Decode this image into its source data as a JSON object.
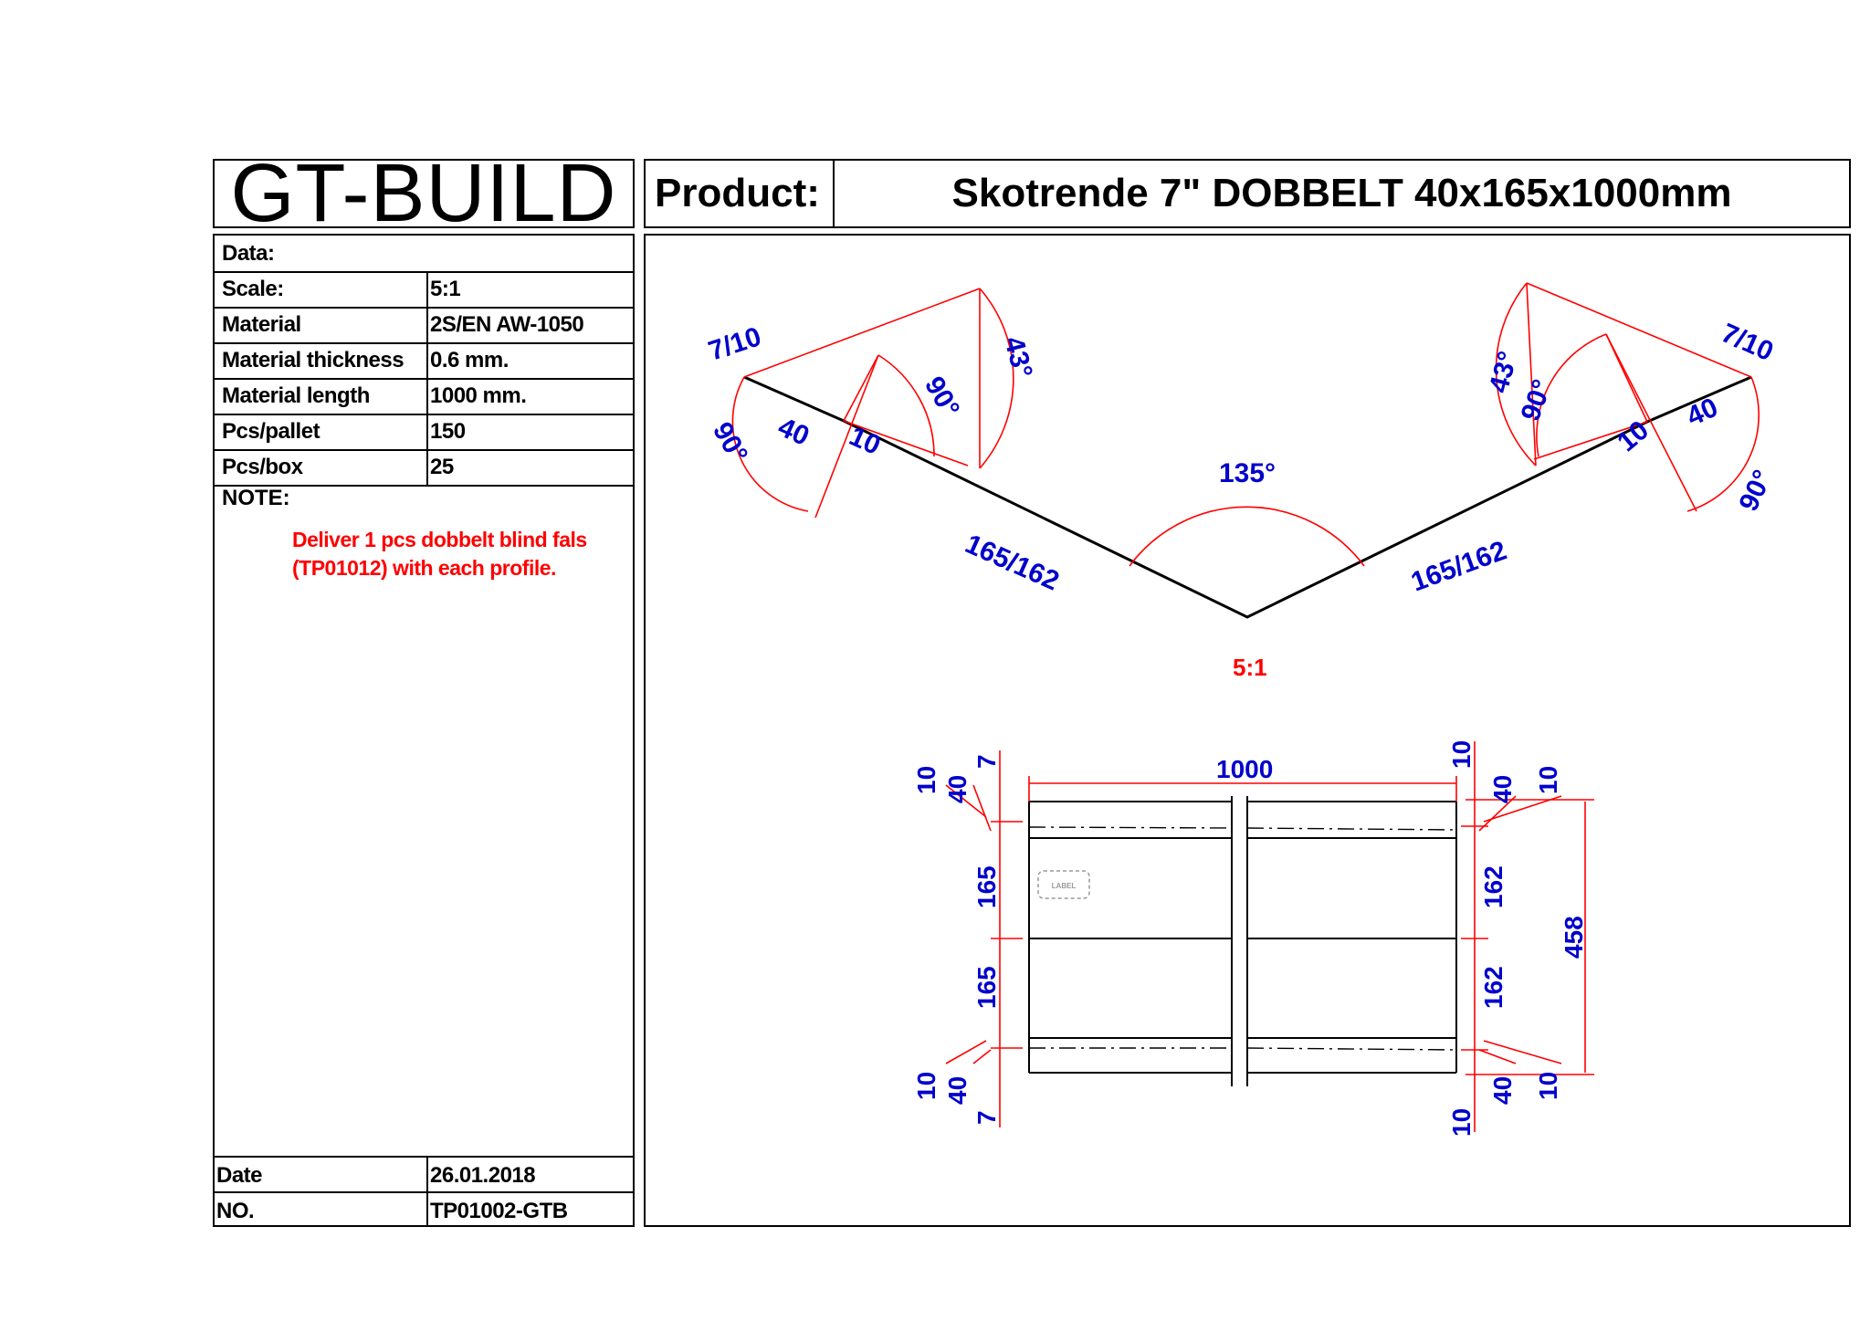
{
  "brand": "GT-BUILD",
  "product": {
    "label": "Product:",
    "name": "Skotrende  7\" DOBBELT 40x165x1000mm"
  },
  "info": {
    "data_label": "Data:",
    "rows": [
      {
        "key": "Scale:",
        "value": "5:1"
      },
      {
        "key": "Material",
        "value": "2S/EN AW-1050"
      },
      {
        "key": "Material thickness",
        "value": "0.6 mm."
      },
      {
        "key": "Material length",
        "value": "1000 mm."
      },
      {
        "key": "Pcs/pallet",
        "value": "150"
      },
      {
        "key": "Pcs/box",
        "value": "25"
      }
    ],
    "note_label": "NOTE:",
    "note_line1": "Deliver 1 pcs dobbelt blind fals",
    "note_line2": "(TP01012) with each profile.",
    "date_label": "Date",
    "date_value": "26.01.2018",
    "no_label": "NO.",
    "no_value": "TP01002-GTB"
  },
  "profile": {
    "angle_center": "135°",
    "len_left": "165/162",
    "len_right": "165/162",
    "hem_left": "7/10",
    "hem_right": "7/10",
    "flange_left": "40",
    "flange_right": "40",
    "fold_left": "10",
    "fold_right": "10",
    "ang90_a": "90°",
    "ang90_b": "90°",
    "ang90_c": "90°",
    "ang90_d": "90°",
    "ang43_left": "43°",
    "ang43_right": "43°",
    "scale": "5:1"
  },
  "plan": {
    "length": "1000",
    "width_total": "458",
    "left_top_10": "10",
    "left_top_40": "40",
    "left_top_7": "7",
    "left_165_a": "165",
    "left_165_b": "165",
    "left_bot_10": "10",
    "left_bot_40": "40",
    "left_bot_7": "7",
    "right_top_10a": "10",
    "right_top_40": "40",
    "right_top_10b": "10",
    "right_162_a": "162",
    "right_162_b": "162",
    "right_bot_40": "40",
    "right_bot_10a": "10",
    "right_bot_10b": "10",
    "label_tag": "LABEL"
  },
  "colors": {
    "dim_red": "#ff0000",
    "dim_blue": "#0000cc",
    "line": "#000000"
  }
}
